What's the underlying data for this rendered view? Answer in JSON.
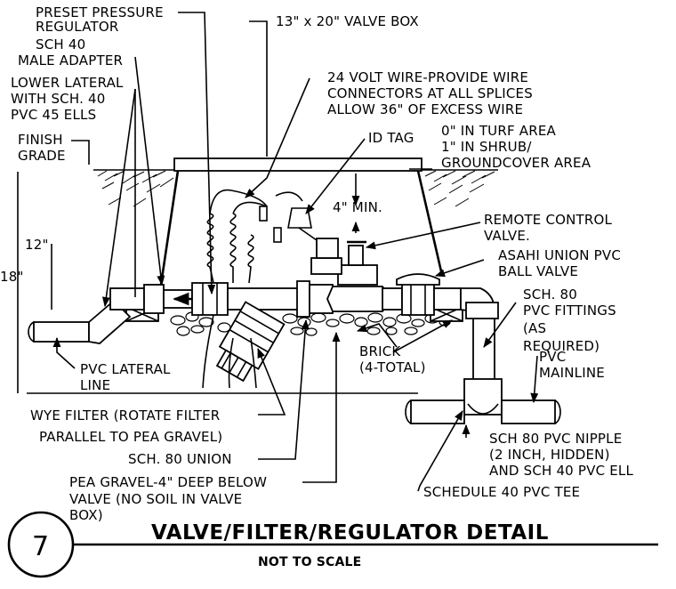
{
  "labels": {
    "preset_regulator": [
      "PRESET PRESSURE",
      "REGULATOR"
    ],
    "male_adapter": [
      "SCH 40",
      "MALE ADAPTER"
    ],
    "lower_lateral": [
      "LOWER LATERAL",
      "WITH SCH. 40",
      "PVC 45 ELLS"
    ],
    "finish_grade": [
      "FINISH",
      "GRADE"
    ],
    "valve_box": "13\" x 20\" VALVE BOX",
    "wire": [
      "24 VOLT WIRE-PROVIDE WIRE",
      "CONNECTORS AT ALL SPLICES",
      "ALLOW 36\" OF EXCESS WIRE"
    ],
    "id_tag": "ID TAG",
    "turf": [
      "0\" IN TURF AREA",
      "1\" IN SHRUB/",
      "GROUNDCOVER AREA"
    ],
    "min_depth": "4\" MIN.",
    "remote_valve": [
      "REMOTE CONTROL",
      "VALVE."
    ],
    "ball_valve": [
      "ASAHI UNION PVC",
      "BALL VALVE"
    ],
    "sch80_fittings": [
      "SCH. 80",
      "PVC FITTINGS",
      "(AS",
      "REQUIRED)"
    ],
    "mainline": [
      "PVC",
      "MAINLINE"
    ],
    "brick": [
      "BRICK",
      "(4-TOTAL)"
    ],
    "dim_12": "12\"",
    "dim_18": "18\"",
    "pvc_lateral": [
      "PVC LATERAL",
      "LINE"
    ],
    "wye_filter": [
      "WYE FILTER (ROTATE FILTER",
      "PARALLEL TO PEA GRAVEL)"
    ],
    "sch80_union": "SCH. 80 UNION",
    "pea_gravel": [
      "PEA GRAVEL-4\" DEEP BELOW",
      "VALVE (NO SOIL IN VALVE",
      "BOX)"
    ],
    "nipple": [
      "SCH 80 PVC NIPPLE",
      "(2 INCH, HIDDEN)",
      "AND SCH 40 PVC ELL"
    ],
    "tee": "SCHEDULE 40 PVC TEE"
  },
  "title": {
    "number": "7",
    "main": "VALVE/FILTER/REGULATOR DETAIL",
    "sub": "NOT TO SCALE"
  }
}
